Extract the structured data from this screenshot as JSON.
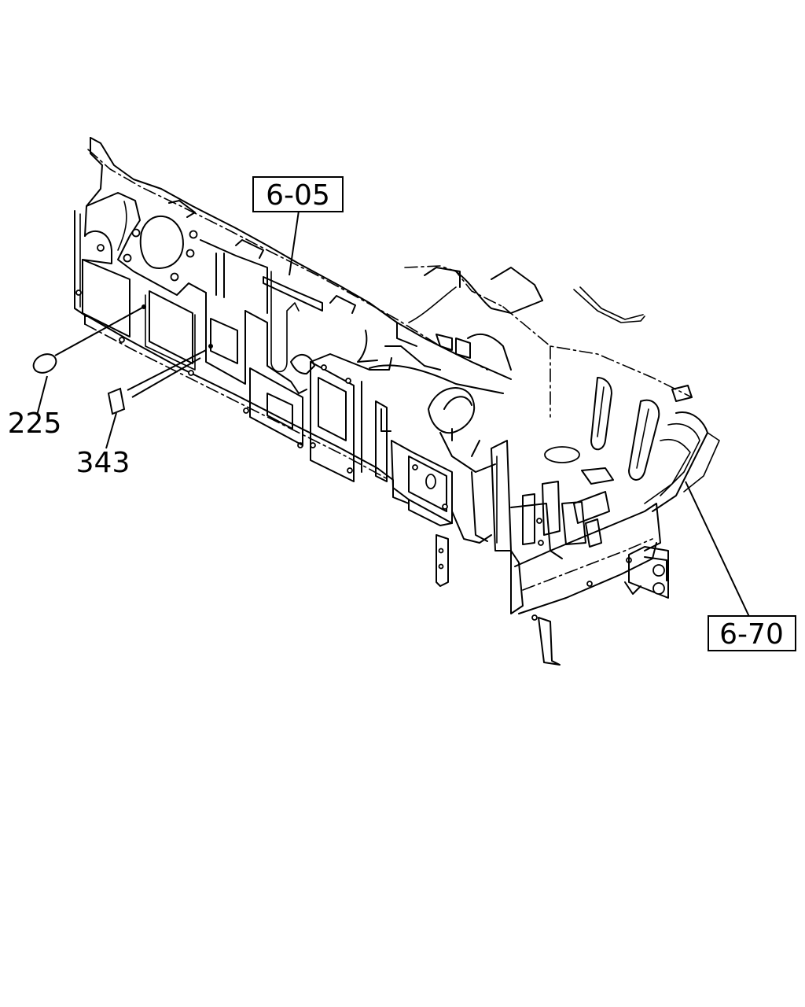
{
  "callouts": {
    "ref_605": "6-05",
    "ref_670": "6-70",
    "part_225": "225",
    "part_343": "343"
  }
}
